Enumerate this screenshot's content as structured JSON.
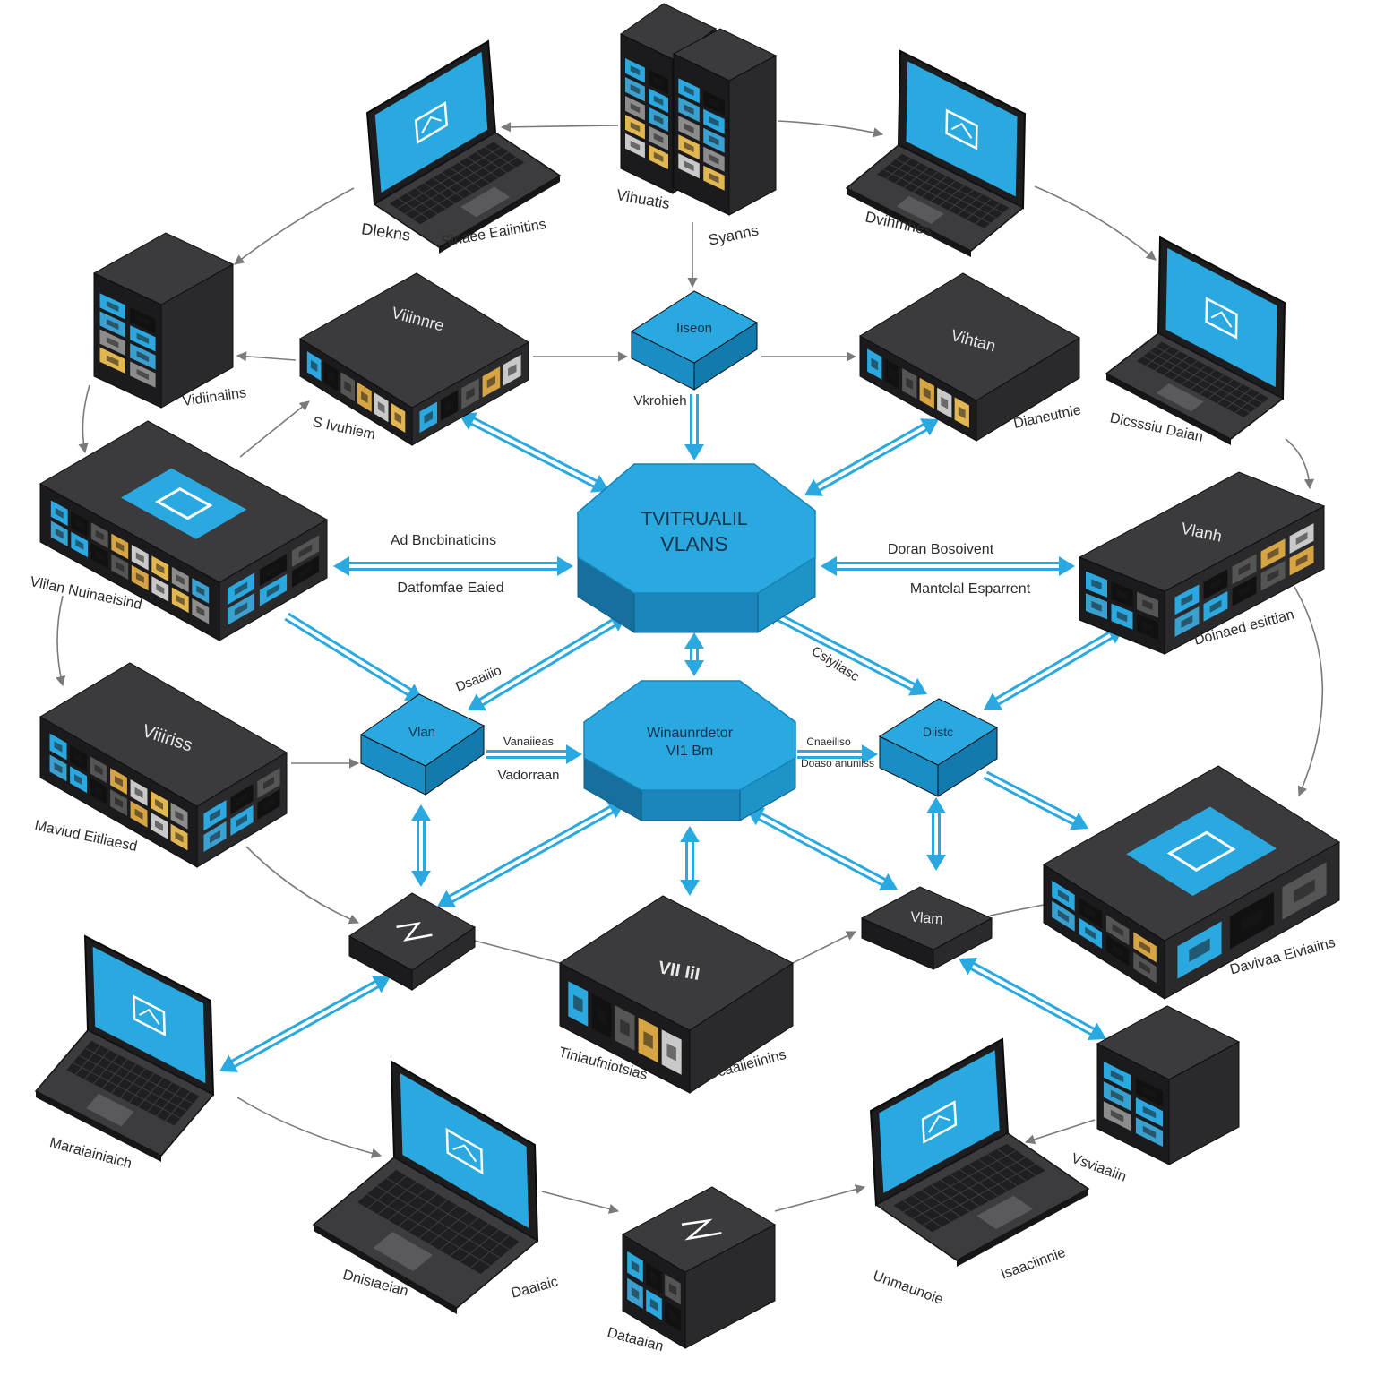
{
  "hubs": {
    "main": {
      "line1": "TVITRUALIL",
      "line2": "VLANS"
    },
    "secondary": {
      "line1": "Winaunrdetor",
      "line2": "VI1 Bm"
    }
  },
  "devices": {
    "top_switch": "Iiseon",
    "left_switch": "Vlan",
    "right_switch": "Diistc",
    "right_dark_switch": "Vlam",
    "upper_left_rack": "Viiinnre",
    "upper_right_rack": "Vihtan",
    "right_rack": "Vlanh",
    "left_lower_rack": "Viiiriss",
    "bottom_center_rack": "VII IiI"
  },
  "labels": {
    "dlekns": "Dlekns",
    "sinaee": "Sinaee Eaiinitins",
    "vihuatis": "Vihuatis",
    "syanns": "Syanns",
    "dvihmhes": "Dvihmhes",
    "vidiinaiins": "Vidiinaiins",
    "s_ivuhiem": "S Ivuhiem",
    "vkrohieh": "Vkrohieh",
    "dianeutnie": "Dianeutnie",
    "dicsssiu": "Dicsssiu Daian",
    "ad_bnc": "Ad Bncbinaticins",
    "datfomfae": "Datfomfae Eaied",
    "doran": "Doran Bosoivent",
    "mantelal": "Mantelal Esparrent",
    "vlilan": "Vlilan Nuinaeisind",
    "doinaed": "Doinaed esittian",
    "maviud": "Maviud Eitliaesd",
    "dsaaiiio": "Dsaaiiio",
    "vanaiieas": "Vanaiieas",
    "vadorraan": "Vadorraan",
    "csiyiiasc": "Csiyiiasc",
    "cnaeiliso": "Cnaeiliso",
    "doaso": "Doaso anuniiss",
    "tiniauf": "Tiniaufniotsias",
    "dcaaiie": "Dcaaiieiinins",
    "davivaa": "Davivaa Eiviaiins",
    "maraiain": "Maraiainiaich",
    "dnisiaeian": "Dnisiaeian",
    "daaiaic": "Daaiaic",
    "dataaian": "Dataaian",
    "unmaunoie": "Unmaunoie",
    "isaaciinnie": "Isaaciinnie",
    "vsviaaiin": "Vsviaaiin"
  },
  "colors": {
    "accent": "#2aa9e1",
    "device_dark": "#1b1b1d",
    "link_gray": "#7a7a7a",
    "label_text": "#2b2b2b",
    "hub_text": "#14324a",
    "background": "#ffffff"
  },
  "icons": [
    "window-icon",
    "keyboard",
    "touchpad",
    "switch-glyph-icon"
  ]
}
